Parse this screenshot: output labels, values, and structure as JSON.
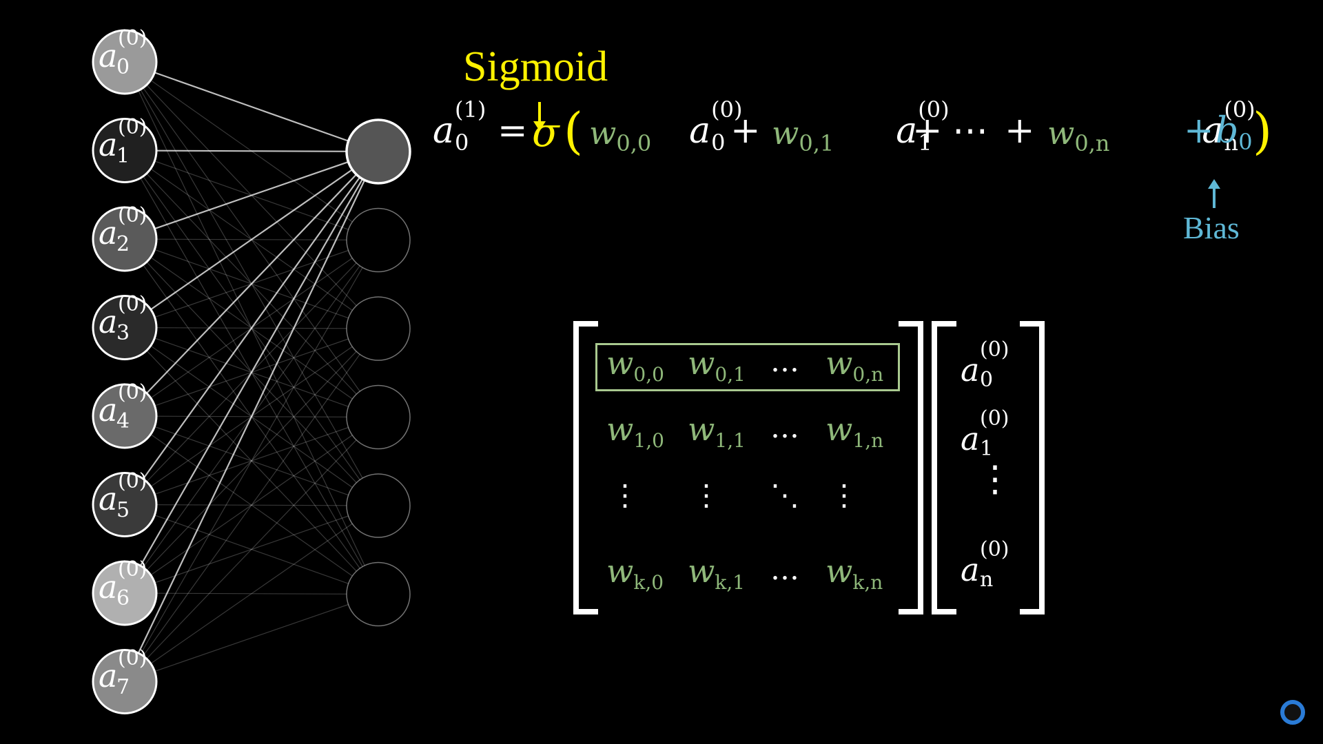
{
  "annotations": {
    "sigmoid_label": "Sigmoid",
    "bias_label": "Bias"
  },
  "equation": {
    "lhs_var": "a",
    "lhs_sup": "(1)",
    "lhs_sub": "0",
    "equals": "=",
    "sigma": "σ",
    "open_paren": "(",
    "close_paren": ")",
    "w00": "w",
    "w00_sub": "0,0",
    "a0": "a",
    "a0_sup": "(0)",
    "a0_sub": "0",
    "plus1": "+",
    "w01": "w",
    "w01_sub": "0,1",
    "a1": "a",
    "a1_sup": "(0)",
    "a1_sub": "1",
    "plus2": "+",
    "cdots": "⋯",
    "plus3": "+",
    "w0n": "w",
    "w0n_sub": "0,n",
    "an": "a",
    "an_sup": "(0)",
    "an_sub": "n",
    "plus_bias": "+",
    "bias": "b",
    "bias_sub": "0"
  },
  "neurons": [
    {
      "var": "a",
      "sup": "(0)",
      "sub": "0"
    },
    {
      "var": "a",
      "sup": "(0)",
      "sub": "1"
    },
    {
      "var": "a",
      "sup": "(0)",
      "sub": "2"
    },
    {
      "var": "a",
      "sup": "(0)",
      "sub": "3"
    },
    {
      "var": "a",
      "sup": "(0)",
      "sub": "4"
    },
    {
      "var": "a",
      "sup": "(0)",
      "sub": "5"
    },
    {
      "var": "a",
      "sup": "(0)",
      "sub": "6"
    },
    {
      "var": "a",
      "sup": "(0)",
      "sub": "7"
    }
  ],
  "matrix": {
    "rows": [
      [
        {
          "w": "w",
          "sub": "0,0"
        },
        {
          "w": "w",
          "sub": "0,1"
        },
        {
          "w": "…",
          "sub": ""
        },
        {
          "w": "w",
          "sub": "0,n"
        }
      ],
      [
        {
          "w": "w",
          "sub": "1,0"
        },
        {
          "w": "w",
          "sub": "1,1"
        },
        {
          "w": "…",
          "sub": ""
        },
        {
          "w": "w",
          "sub": "1,n"
        }
      ],
      [
        {
          "w": "⋮",
          "sub": ""
        },
        {
          "w": "⋮",
          "sub": ""
        },
        {
          "w": "⋱",
          "sub": ""
        },
        {
          "w": "⋮",
          "sub": ""
        }
      ],
      [
        {
          "w": "w",
          "sub": "k,0"
        },
        {
          "w": "w",
          "sub": "k,1"
        },
        {
          "w": "…",
          "sub": ""
        },
        {
          "w": "w",
          "sub": "k,n"
        }
      ]
    ]
  },
  "vector": {
    "e0": {
      "var": "a",
      "sup": "(0)",
      "sub": "0"
    },
    "e1": {
      "var": "a",
      "sup": "(0)",
      "sub": "1"
    },
    "vdots": "⋮",
    "en": {
      "var": "a",
      "sup": "(0)",
      "sub": "n"
    }
  },
  "colors": {
    "background": "#000000",
    "weight": "#8fb87a",
    "bias": "#5fb8d6",
    "sigmoid": "#fff200",
    "highlight_box": "#a9c98f"
  }
}
